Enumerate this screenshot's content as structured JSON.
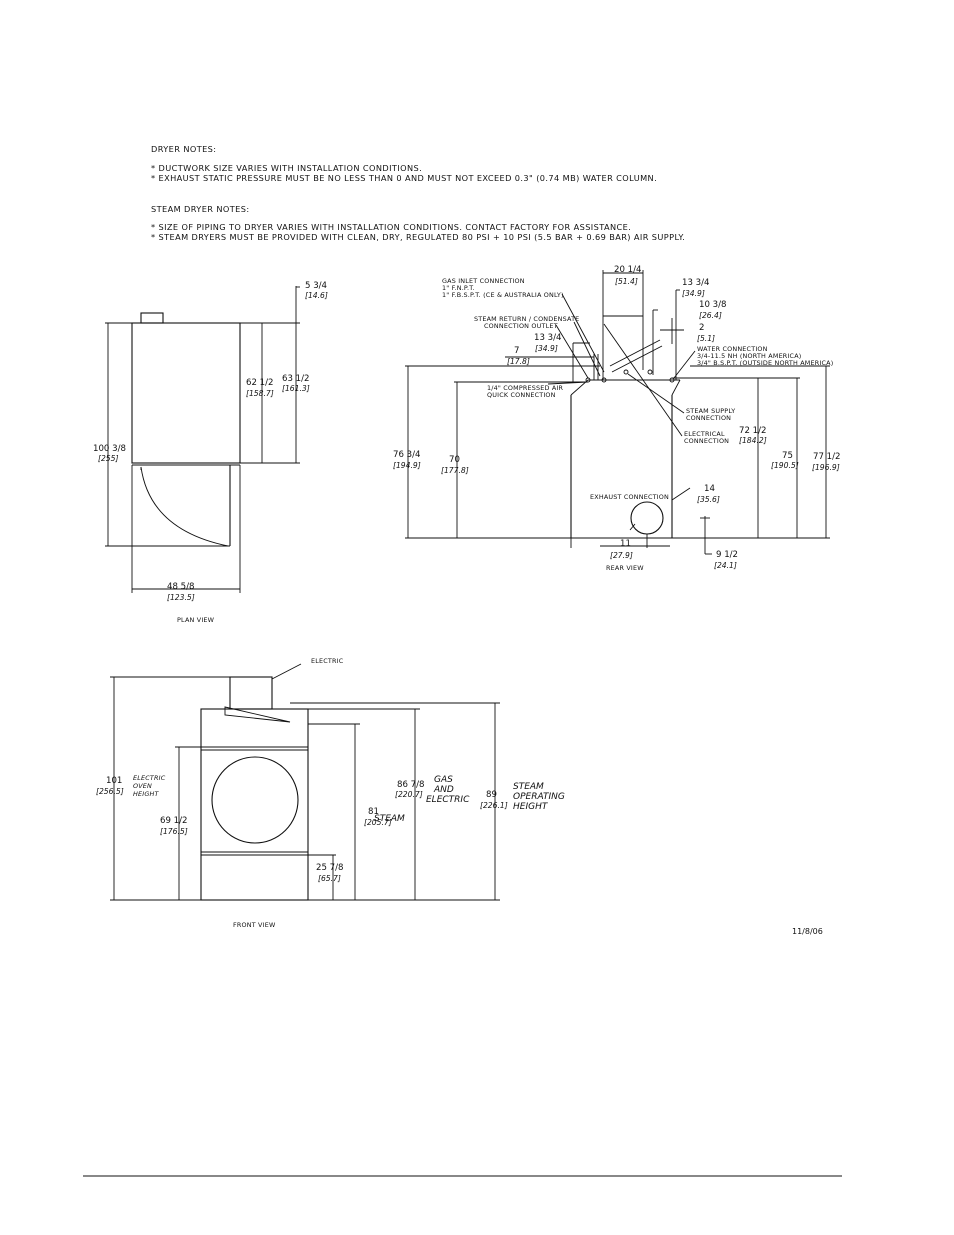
{
  "notes": {
    "dryer_heading": "DRYER NOTES:",
    "dryer_1": "* DUCTWORK SIZE VARIES WITH INSTALLATION CONDITIONS.",
    "dryer_2": "* EXHAUST STATIC PRESSURE MUST BE NO LESS THAN 0 AND MUST NOT EXCEED 0.3\" (0.74 MB) WATER COLUMN.",
    "steam_heading": "STEAM DRYER NOTES:",
    "steam_1": "* SIZE OF PIPING TO DRYER VARIES WITH INSTALLATION CONDITIONS.  CONTACT FACTORY FOR ASSISTANCE.",
    "steam_2": "* STEAM DRYERS MUST BE PROVIDED WITH CLEAN, DRY, REGULATED 80 PSI + 10 PSI (5.5 BAR + 0.69 BAR) AIR SUPPLY."
  },
  "plan_view": {
    "title": "PLAN VIEW",
    "d_5_3_4": "5 3/4",
    "m_5_3_4": "[14.6]",
    "d_62_1_2": "62 1/2",
    "m_62_1_2": "[158.7]",
    "d_63_1_2": "63 1/2",
    "m_63_1_2": "[161.3]",
    "d_100_3_8": "100 3/8",
    "m_100_3_8": "[255]",
    "d_48_5_8": "48 5/8",
    "m_48_5_8": "[123.5]"
  },
  "rear_view": {
    "title": "REAR VIEW",
    "gas_inlet_1": "GAS INLET CONNECTION",
    "gas_inlet_2": "1\" F.N.P.T.",
    "gas_inlet_3": "1\" F.B.S.P.T. (CE & AUSTRALIA ONLY)",
    "steam_return_1": "STEAM RETURN / CONDENSATE",
    "steam_return_2": "CONNECTION     OUTLET",
    "air_1": "1/4\" COMPRESSED AIR",
    "air_2": "QUICK CONNECTION",
    "water_1": "WATER CONNECTION",
    "water_2": "3/4-11.5 NH (NORTH AMERICA)",
    "water_3": "3/4\" B.S.P.T. (OUTSIDE NORTH AMERICA)",
    "steam_supply_1": "STEAM SUPPLY",
    "steam_supply_2": "CONNECTION",
    "electrical_1": "ELECTRICAL",
    "electrical_2": "CONNECTION",
    "exhaust": "EXHAUST CONNECTION",
    "d_20_1_4": "20 1/4",
    "m_20_1_4": "[51.4]",
    "d_13_3_4_a": "13 3/4",
    "m_13_3_4_a": "[34.9]",
    "d_10_3_8": "10 3/8",
    "m_10_3_8": "[26.4]",
    "d_2": "2",
    "m_2": "[5.1]",
    "d_13_3_4_b": "13 3/4",
    "m_13_3_4_b": "[34.9]",
    "d_7": "7",
    "m_7": "[17.8]",
    "d_76_3_4": "76 3/4",
    "m_76_3_4": "[194.9]",
    "d_70": "70",
    "m_70": "[177.8]",
    "d_72_1_2": "72 1/2",
    "m_72_1_2": "[184.2]",
    "d_75": "75",
    "m_75": "[190.5]",
    "d_77_1_2": "77 1/2",
    "m_77_1_2": "[196.9]",
    "d_14": "14",
    "m_14": "[35.6]",
    "d_11": "11",
    "m_11": "[27.9]",
    "d_9_1_2": "9 1/2",
    "m_9_1_2": "[24.1]"
  },
  "front_view": {
    "title": "FRONT VIEW",
    "electric": "ELECTRIC",
    "d_101": "101",
    "m_101": "[256.5]",
    "electric_oven_1": "ELECTRIC",
    "electric_oven_2": "OVEN",
    "electric_oven_3": "HEIGHT",
    "d_69_1_2": "69 1/2",
    "m_69_1_2": "[176.5]",
    "d_86_7_8": "86 7/8",
    "m_86_7_8": "[220.7]",
    "gas_1": "GAS",
    "gas_2": "AND",
    "gas_3": "ELECTRIC",
    "d_81": "81",
    "m_81": "[205.7]",
    "steam": "STEAM",
    "d_89": "89",
    "m_89": "[226.1]",
    "steam_op_1": "STEAM",
    "steam_op_2": "OPERATING",
    "steam_op_3": "HEIGHT",
    "d_25_7_8": "25 7/8",
    "m_25_7_8": "[65.7]"
  },
  "date": "11/8/06"
}
